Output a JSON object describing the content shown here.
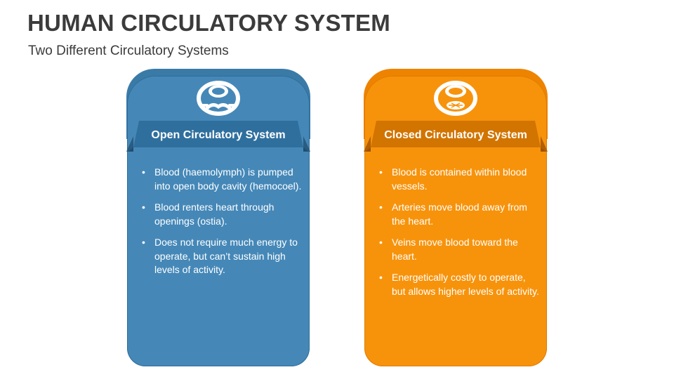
{
  "slide": {
    "title": "HUMAN CIRCULATORY SYSTEM",
    "subtitle": "Two Different Circulatory Systems"
  },
  "cards": [
    {
      "heading": "Open Circulatory System",
      "icon": "open-circulation-icon",
      "color": "#4588b8",
      "bullets": [
        "Blood (haemolymph) is pumped into open body cavity (hemocoel).",
        "Blood renters heart through openings (ostia).",
        "Does not require much energy to operate, but can’t sustain high levels of activity."
      ]
    },
    {
      "heading": "Closed Circulatory System",
      "icon": "closed-circulation-icon",
      "color": "#f7930b",
      "bullets": [
        "Blood is contained within blood vessels.",
        "Arteries move blood away from the heart.",
        "Veins move blood toward the heart.",
        "Energetically costly to operate, but allows higher levels of activity."
      ]
    }
  ]
}
